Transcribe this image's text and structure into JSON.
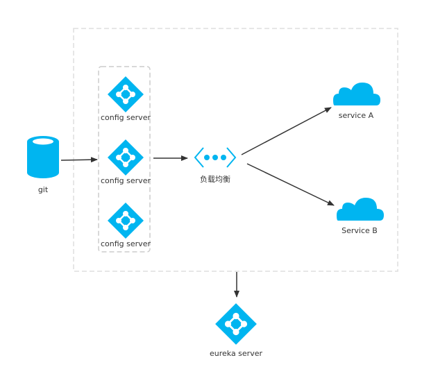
{
  "diagram": {
    "accent_color": "#00b5f0",
    "arrow_color": "#333333",
    "border_color": "#dddddd",
    "nodes": {
      "git": {
        "label": "git",
        "icon": "database-cylinder-icon"
      },
      "config_servers": [
        {
          "label": "config server",
          "icon": "network-diamond-icon"
        },
        {
          "label": "config server",
          "icon": "network-diamond-icon"
        },
        {
          "label": "config server",
          "icon": "network-diamond-icon"
        }
      ],
      "load_balancer": {
        "label": "负载均衡",
        "icon": "load-balancer-icon"
      },
      "service_a": {
        "label": "service A",
        "icon": "cloud-icon"
      },
      "service_b": {
        "label": "Service B",
        "icon": "cloud-icon"
      },
      "eureka": {
        "label": "eureka server",
        "icon": "network-diamond-icon"
      }
    },
    "edges": [
      {
        "from": "git",
        "to": "config_servers"
      },
      {
        "from": "config_servers",
        "to": "load_balancer"
      },
      {
        "from": "load_balancer",
        "to": "service_a"
      },
      {
        "from": "load_balancer",
        "to": "service_b"
      },
      {
        "from": "outer_container",
        "to": "eureka"
      }
    ]
  }
}
